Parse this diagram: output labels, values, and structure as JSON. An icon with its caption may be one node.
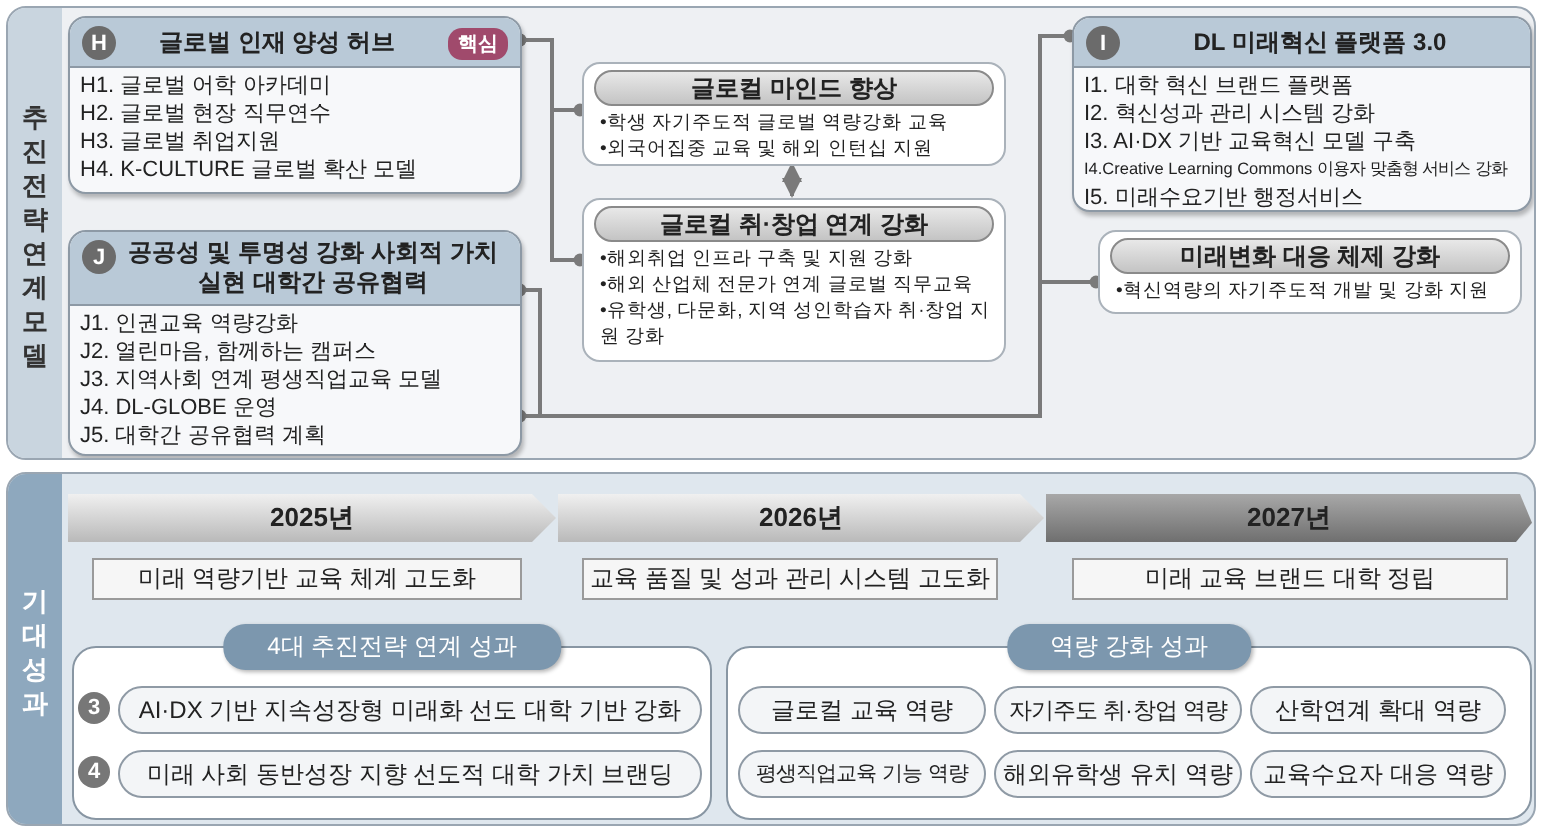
{
  "diagram": {
    "nodes": [
      {
        "text": [
          "추진전략연계모델"
        ]
      },
      {
        "text": [
          "H",
          "글로벌 인재 양성 허브",
          "핵심",
          "H1. 글로벌 어학 아카데미",
          "H2. 글로벌 현장 직무연수",
          "H3. 글로벌 취업지원",
          "H4. K-CULTURE 글로벌 확산 모델"
        ],
        "in": 0
      },
      {
        "text": [
          "J",
          "공공성 및 투명성 강화 사회적 가치 실현 대학간 공유협력",
          "J1. 인권교육 역량강화",
          "J2. 열린마음, 함께하는 캠퍼스",
          "J3. 지역사회 연계 평생직업교육 모델",
          "J4. DL-GLOBE 운영",
          "J5. 대학간 공유협력 계획"
        ],
        "in": 0
      },
      {
        "text": [
          "글로컬 마인드 향상",
          "•학생 자기주도적 글로벌 역량강화 교육",
          "•외국어집중 교육 및 해외 인턴십 지원"
        ],
        "in": 0
      },
      {
        "text": [
          "글로컬 취·창업 연계 강화",
          "•해외취업 인프라 구축 및 지원 강화",
          "•해외 산업체 전문가 연계 글로벌 직무교육",
          "•유학생, 다문화, 지역 성인학습자 취·창업 지원 강화"
        ],
        "in": 0
      },
      {
        "text": [
          "I",
          "DL 미래혁신 플랫폼 3.0",
          "I1. 대학 혁신 브랜드 플랫폼",
          "I2. 혁신성과 관리 시스템 강화",
          "I3. AI·DX 기반 교육혁신 모델 구축",
          "I4.Creative Learning Commons 이용자 맞춤형 서비스 강화",
          "I5. 미래수요기반 행정서비스"
        ],
        "in": 0
      },
      {
        "text": [
          "미래변화 대응 체제 강화",
          "•혁신역량의 자기주도적 개발 및 강화 지원"
        ],
        "in": 0
      },
      {
        "text": [
          "기대성과"
        ]
      },
      {
        "text": [
          "2025년"
        ],
        "in": 7
      },
      {
        "text": [
          "2026년"
        ],
        "in": 7
      },
      {
        "text": [
          "2027년"
        ],
        "in": 7
      },
      {
        "text": [
          "미래 역량기반 교육 체계 고도화"
        ],
        "in": 7
      },
      {
        "text": [
          "교육 품질 및 성과 관리 시스템 고도화"
        ],
        "in": 7
      },
      {
        "text": [
          "미래 교육 브랜드 대학 정립"
        ],
        "in": 7
      },
      {
        "text": [
          "4대 추진전략 연계 성과"
        ],
        "in": 7
      },
      {
        "text": [
          "AI·DX 기반 지속성장형 미래화 선도 대학 기반 강화"
        ],
        "in": 14
      },
      {
        "text": [
          "미래 사회 동반성장 지향 선도적 대학 가치 브랜딩"
        ],
        "in": 14
      },
      {
        "text": [
          "역량 강화 성과"
        ],
        "in": 7
      },
      {
        "text": [
          "글로컬 교육 역량"
        ],
        "in": 17
      },
      {
        "text": [
          "자기주도 취·창업 역량"
        ],
        "in": 17
      },
      {
        "text": [
          "산학연계 확대 역량"
        ],
        "in": 17
      },
      {
        "text": [
          "평생직업교육 기능 역량"
        ],
        "in": 17
      },
      {
        "text": [
          "해외유학생 유치 역량"
        ],
        "in": 17
      },
      {
        "text": [
          "교육수요자 대응 역량"
        ],
        "in": 17
      }
    ],
    "edges": [
      {
        "from": 1,
        "to": 3,
        "arrow": "other"
      },
      {
        "from": 1,
        "to": 4,
        "arrow": "other"
      },
      {
        "from": 3,
        "to": 4,
        "arrow": "both"
      },
      {
        "from": 2,
        "to": 5,
        "arrow": "other"
      },
      {
        "from": 2,
        "to": 6,
        "arrow": "other"
      }
    ],
    "labels": [
      "3",
      "4"
    ]
  }
}
